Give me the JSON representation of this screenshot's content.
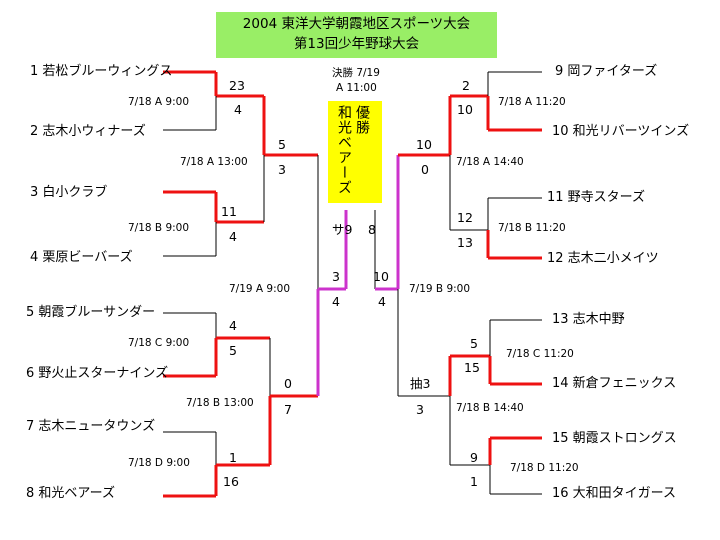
{
  "title": {
    "line1": "2004 東洋大学朝霞地区スポーツ大会",
    "line2": "第13回少年野球大会"
  },
  "final": {
    "label": "決勝 7/19",
    "time": "A 11:00",
    "score_left": "サ9",
    "score_right": "8"
  },
  "champion": {
    "label": "優勝",
    "team": "和光ベアーズ"
  },
  "teams_left": [
    "1 若松ブルーウィングス",
    "2 志木小ウィナーズ",
    "3 白小クラブ",
    "4 栗原ビーバーズ",
    "5 朝霞ブルーサンダー",
    "6 野火止スターナインズ",
    "7 志木ニュータウンズ",
    "8 和光ベアーズ"
  ],
  "teams_right": [
    "9 岡ファイターズ",
    "10 和光リバーツインズ",
    "11 野寺スターズ",
    "12 志木二小メイツ",
    "13 志木中野",
    "14 新倉フェニックス",
    "15 朝霞ストロングス",
    "16 大和田タイガース"
  ],
  "schedule": {
    "l1": "7/18 A 9:00",
    "l2": "7/18 B 9:00",
    "l3": "7/18 C 9:00",
    "l4": "7/18 D 9:00",
    "l5": "7/18 A 13:00",
    "l6": "7/18 B 13:00",
    "l7": "7/19 A 9:00",
    "r1": "7/18 A 11:20",
    "r2": "7/18 B 11:20",
    "r3": "7/18 C 11:20",
    "r4": "7/18 D 11:20",
    "r5": "7/18 A 14:40",
    "r6": "7/18 B 14:40",
    "r7": "7/19 B 9:00"
  },
  "scores": {
    "l1a": "23",
    "l1b": "4",
    "l2a": "11",
    "l2b": "4",
    "l3a": "4",
    "l3b": "5",
    "l4a": "1",
    "l4b": "16",
    "l5a": "5",
    "l5b": "3",
    "l6a": "0",
    "l6b": "7",
    "l7a": "3",
    "l7b": "4",
    "r1a": "2",
    "r1b": "10",
    "r2a": "12",
    "r2b": "13",
    "r3a": "5",
    "r3b": "15",
    "r4a": "9",
    "r4b": "1",
    "r5a": "10",
    "r5b": "0",
    "r6a": "抽3",
    "r6b": "3",
    "r7a": "10",
    "r7b": "4"
  },
  "colors": {
    "winner": "#ee1111",
    "loser": "#000000",
    "final": "#cc33cc",
    "title_bg": "#99ee66",
    "champ_bg": "#ffff00"
  }
}
